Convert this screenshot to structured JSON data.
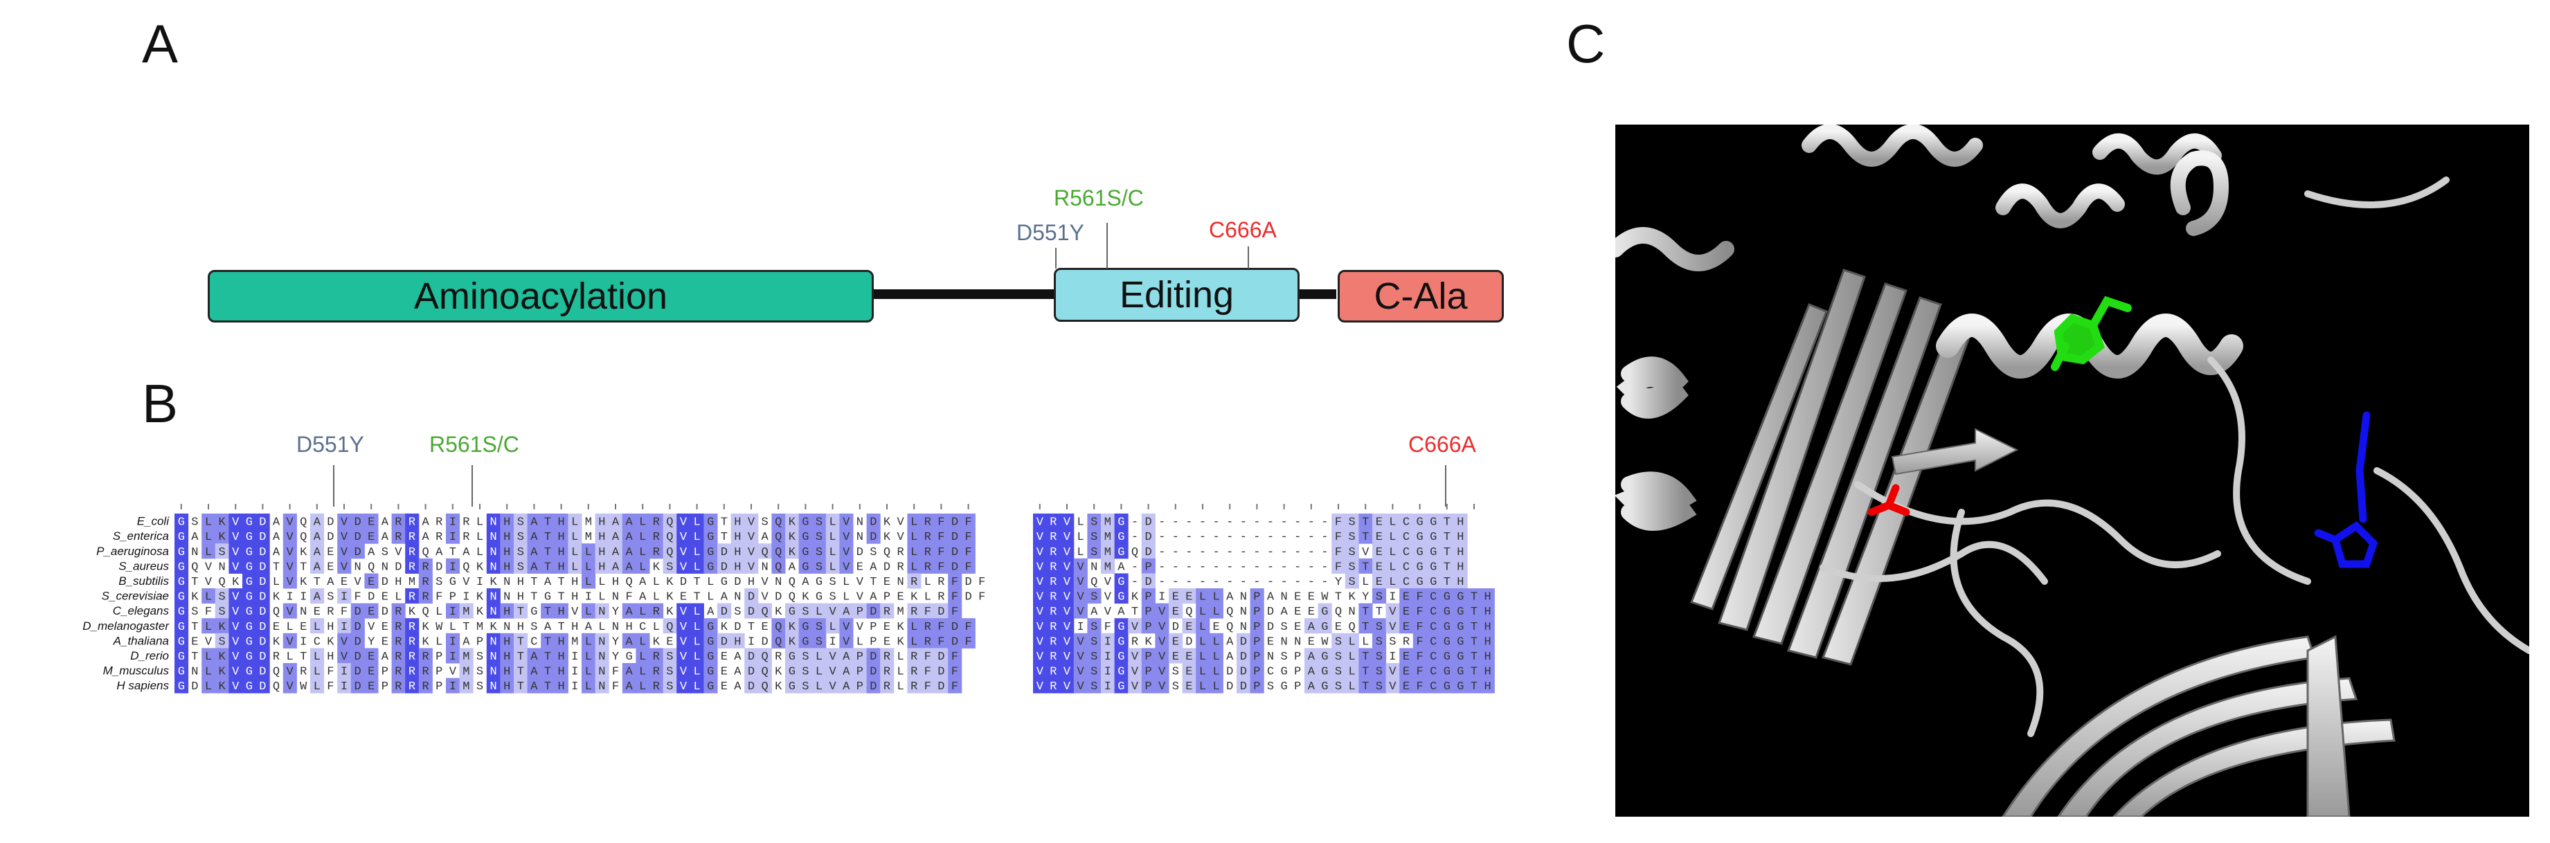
{
  "panel_a": {
    "letter": "A",
    "domains": {
      "aminoacylation": "Aminoacylation",
      "editing": "Editing",
      "c_ala": "C-Ala"
    },
    "mutations": {
      "d551y": "D551Y",
      "r561sc": "R561S/C",
      "c666a": "C666A"
    }
  },
  "panel_b": {
    "letter": "B",
    "mutations": {
      "d551y": "D551Y",
      "r561sc": "R561S/C",
      "c666a": "C666A"
    },
    "species": [
      "E_coli",
      "S_enterica",
      "P_aeruginosa",
      "S_aureus",
      "B_subtilis",
      "S_cerevisiae",
      "C_elegans",
      "D_melanogaster",
      "A_thaliana",
      "D_rerio",
      "M_musculus",
      "H sapiens"
    ],
    "block1": [
      "GSLKVGDAVQADVDEARRARIRLNHSATHLMHAALRQVLGTHVSQKGSLVNDKVLRFDF",
      "GALKVGDAVQADVDEARRARIRLNHSATHLMHAALRQVLGTHVAQKGSLVNDKVLRFDF",
      "GNLSVGDAVKAEVDASVRQATALNHSATHLLHAALRQVLGDHVQQKGSLVDSQRLRFDF",
      "GQVNVGDTVTAEVNQNDRRDIQKNHSATHLLHAALKSVLGDHVNQAGSLVEADRLRFDF",
      "GTVQKGDLVKTAEVEDHMRSGVIKNHTATHLLHQALKDTLGDHVNQAGSLVTENRLRFDF",
      "GKLSVGDKIIASIFDELRRFPIKNNHTGTHILNFALKETLANDVDQKGSLVAPEKLRFDF",
      "GSFSVGDQVNERFDEDRKQLIMKNHTGTHVLNYALRKVLADSDQKGSLVAPDRMRFDF",
      "GTLKVGDELELHIDVERRKWLTMKNHSATHALNHCLQVLGKDTEQKGSLVVPEKLRFDF",
      "GEVSVGDKVICKVDYERRKLIAPNHTCTHMLNYALKEVLGDHIDQKGSIVLPEKLRFDF",
      "GTLKVGDRLTLHVDEARRRPIMSNHTATHILNYGLRSVLGEADQRGSLVAPDRLRFDF",
      "GNLKVGDQVRLFIDEPRRRPVMSNHTATHILNFALRSVLGEADQKGSLVAPDRLRFDF",
      "GDLKVGDQVWLFIDEPRRRPIMSNHTATHILNFALRSVLGEADQKGSLVAPDRLRFDF"
    ],
    "block2": [
      "VRVLSMG-D-------------FSTELCGGTH",
      "VRVLSMG-D-------------FSTELCGGTH",
      "VRVLSMGQD-------------FSVELCGGTH",
      "VRVVNMA-P-------------FSTELCGGTH",
      "VRVVQVG-D-------------YSLELCGGTH",
      "VRVVSVGKPIEELLANPANEEWTKYSIEFCGGTH",
      "VRVVAVATPVEQLLQNPDAEEGQNTTVEFCGGTH",
      "VRVISFGVPVDELEQNPDSEAGEQTSVEFCGGTH",
      "VRVVSIGRKVEDLLADPENNEWSLLSSRFCGGTH",
      "VRVVSIGVPVEELLADPNSPAGSLTSIEFCGGTH",
      "VRVVSIGVPVSELLDDPCGPAGSLTSVEFCGGTH",
      "VRVVSIGVPVSELLDDPSGPAGSLTSVEFCGGTH"
    ]
  },
  "panel_c": {
    "letter": "C"
  },
  "colors": {
    "aminoacylation": "#1fbf9c",
    "editing": "#8fdde6",
    "c_ala": "#f07b72",
    "d551y": "#5b6f8f",
    "r561sc": "#4aa832",
    "c666a": "#ee2b2b",
    "conserved_dark": "#4b4be8",
    "conserved_mid": "#8a8aee",
    "conserved_light": "#c4c4f4",
    "highlight_green": "#22dd11",
    "highlight_red": "#ee0000",
    "highlight_blue": "#1111ee"
  }
}
